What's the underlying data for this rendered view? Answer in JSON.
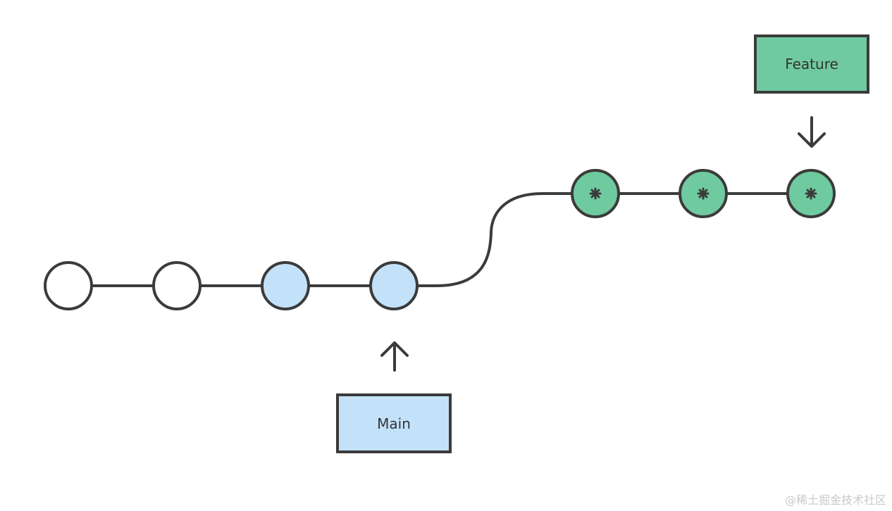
{
  "labels": {
    "main": "Main",
    "feature": "Feature"
  },
  "watermark": "@稀土掘金技术社区",
  "commits": {
    "base": [
      "plain",
      "plain"
    ],
    "main": [
      "main",
      "main"
    ],
    "feature": [
      "feature",
      "feature",
      "feature"
    ]
  },
  "colors": {
    "stroke": "#3b3b3b",
    "plain_fill": "#ffffff",
    "main_fill": "#c3e2fa",
    "feature_fill": "#6fcb9f",
    "star": "#3b3b3b"
  }
}
